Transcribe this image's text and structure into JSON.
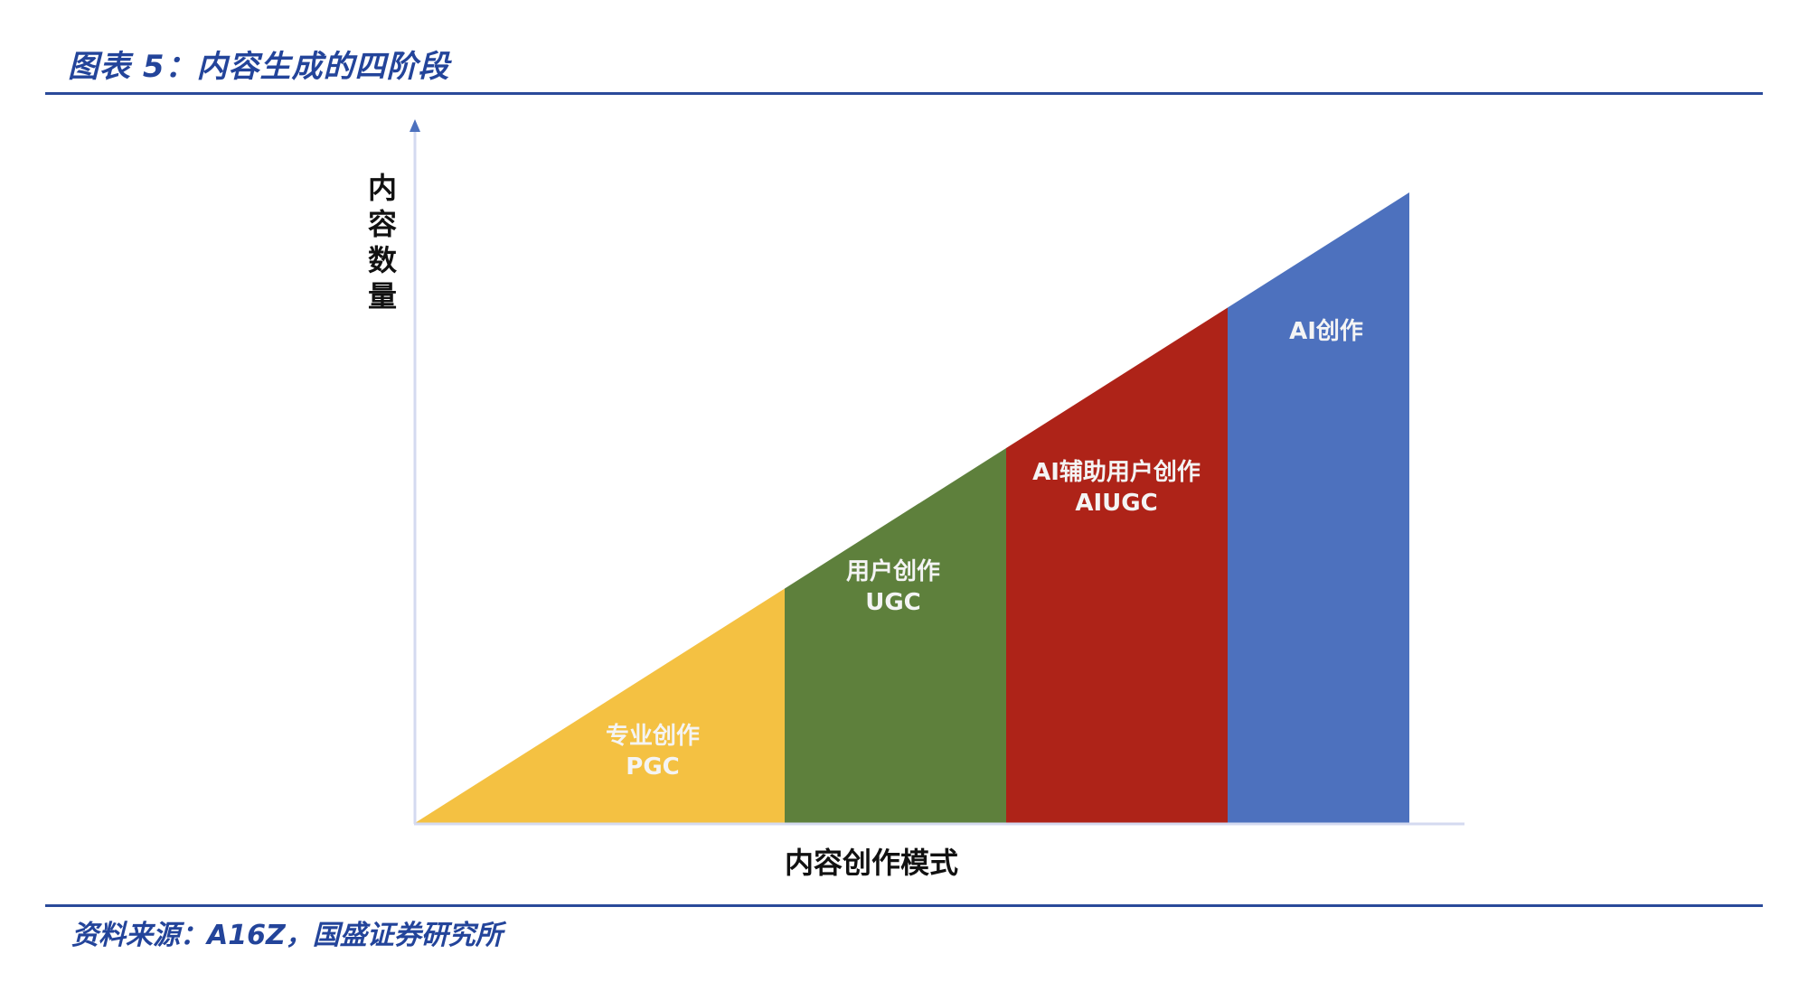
{
  "header": {
    "title": "图表 5：内容生成的四阶段"
  },
  "footer": {
    "source": "资料来源：A16Z，国盛证券研究所"
  },
  "colors": {
    "accent": "#23449a",
    "pgc": "#f4c142",
    "ugc": "#5e803c",
    "aiugc": "#ae2318",
    "ai": "#4d71be",
    "axis": "#d4daf0"
  },
  "chart_data": {
    "type": "area",
    "title": "内容生成的四阶段",
    "xlabel": "内容创作模式",
    "ylabel": "内容数量",
    "categories": [
      "专业创作 PGC",
      "用户创作 UGC",
      "AI辅助用户创作 AIUGC",
      "AI创作"
    ],
    "segments": [
      {
        "name": "专业创作",
        "abbr": "PGC",
        "color": "#f4c142",
        "x_start": 0,
        "x_end": 0.372,
        "y_start": 0,
        "y_end": 0.372
      },
      {
        "name": "用户创作",
        "abbr": "UGC",
        "color": "#5e803c",
        "x_start": 0.372,
        "x_end": 0.595,
        "y_start": 0.372,
        "y_end": 0.595
      },
      {
        "name": "AI辅助用户创作",
        "abbr": "AIUGC",
        "color": "#ae2318",
        "x_start": 0.595,
        "x_end": 0.818,
        "y_start": 0.595,
        "y_end": 0.818
      },
      {
        "name": "AI创作",
        "abbr": "",
        "color": "#4d71be",
        "x_start": 0.818,
        "x_end": 1.0,
        "y_start": 0.818,
        "y_end": 1.0
      }
    ],
    "grid": false,
    "legend": "none"
  },
  "labels": {
    "pgc": {
      "line1": "专业创作",
      "line2": "PGC"
    },
    "ugc": {
      "line1": "用户创作",
      "line2": "UGC"
    },
    "aiugc": {
      "line1": "AI辅助用户创作",
      "line2": "AIUGC"
    },
    "ai": {
      "line1": "AI创作"
    }
  },
  "axes": {
    "y_label": "内容数量",
    "x_label": "内容创作模式"
  }
}
